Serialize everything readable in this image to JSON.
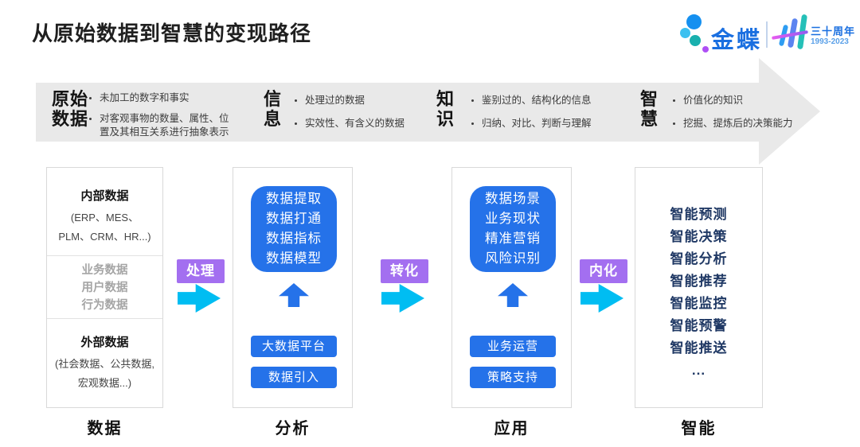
{
  "title": "从原始数据到智慧的变现路径",
  "logo": {
    "brand": "金蝶",
    "anniversary": "三十周年",
    "years": "1993-2023"
  },
  "banner_stages": [
    {
      "line1": "原始",
      "line2": "数据",
      "bullets": [
        "未加工的数字和事实",
        "对客观事物的数量、属性、位置及其相互关系进行抽象表示"
      ]
    },
    {
      "line1": "信",
      "line2": "息",
      "bullets": [
        "处理过的数据",
        "实效性、有含义的数据"
      ]
    },
    {
      "line1": "知",
      "line2": "识",
      "bullets": [
        "鉴别过的、结构化的信息",
        "归纳、对比、判断与理解"
      ]
    },
    {
      "line1": "智",
      "line2": "慧",
      "bullets": [
        "价值化的知识",
        "挖掘、提炼后的决策能力"
      ]
    }
  ],
  "connectors": [
    {
      "label": "处理"
    },
    {
      "label": "转化"
    },
    {
      "label": "内化"
    }
  ],
  "columns": {
    "data": {
      "footer": "数据",
      "internal_title": "内部数据",
      "internal_detail": "(ERP、MES、PLM、CRM、HR...)",
      "middle_items": [
        "业务数据",
        "用户数据",
        "行为数据"
      ],
      "external_title": "外部数据",
      "external_detail": "(社会数据、公共数据, 宏观数据...)"
    },
    "analysis": {
      "footer": "分析",
      "core_items": [
        "数据提取",
        "数据打通",
        "数据指标",
        "数据模型"
      ],
      "buttons": [
        "大数据平台",
        "数据引入"
      ]
    },
    "application": {
      "footer": "应用",
      "core_items": [
        "数据场景",
        "业务现状",
        "精准营销",
        "风险识别"
      ],
      "buttons": [
        "业务运营",
        "策略支持"
      ]
    },
    "intelligence": {
      "footer": "智能",
      "items": [
        "智能预测",
        "智能决策",
        "智能分析",
        "智能推荐",
        "智能监控",
        "智能预警",
        "智能推送",
        "..."
      ]
    }
  },
  "colors": {
    "banner_gray": "#e9e9e9",
    "primary_blue": "#2572e9",
    "cyan_arrow": "#00bdf2",
    "purple_badge": "#a36ff0",
    "navy_text": "#1f3864",
    "kingdee_blue": "#1a6fe0"
  }
}
